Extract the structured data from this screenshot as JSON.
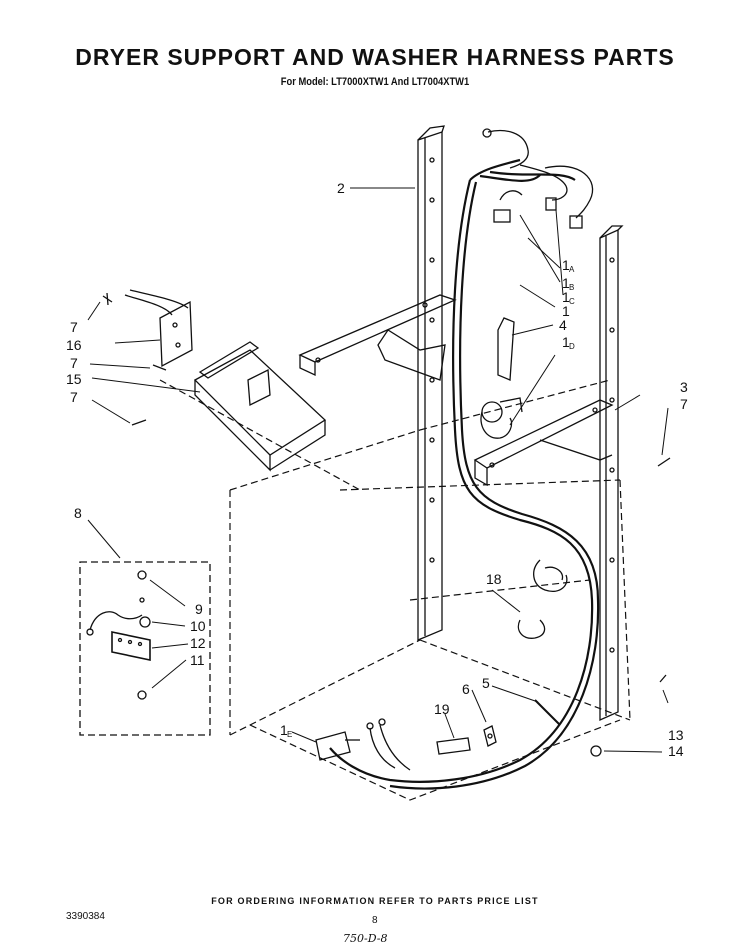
{
  "header": {
    "title": "DRYER SUPPORT AND WASHER HARNESS PARTS",
    "subtitle": "For Model: LT7000XTW1 And LT7004XTW1"
  },
  "footer": {
    "ordering_note": "FOR ORDERING INFORMATION REFER TO PARTS PRICE LIST",
    "doc_number": "3390384",
    "page_number": "8",
    "handwritten": "750-D-8"
  },
  "callouts": [
    {
      "id": "c2",
      "text": "2"
    },
    {
      "id": "c1a",
      "text": "1",
      "sub": "A"
    },
    {
      "id": "c1b",
      "text": "1",
      "sub": "B"
    },
    {
      "id": "c1c",
      "text": "1",
      "sub": "C"
    },
    {
      "id": "c1",
      "text": "1"
    },
    {
      "id": "c4",
      "text": "4"
    },
    {
      "id": "c1d",
      "text": "1",
      "sub": "D"
    },
    {
      "id": "c3",
      "text": "3"
    },
    {
      "id": "c7r",
      "text": "7"
    },
    {
      "id": "c7a",
      "text": "7"
    },
    {
      "id": "c16",
      "text": "16"
    },
    {
      "id": "c7b",
      "text": "7"
    },
    {
      "id": "c15",
      "text": "15"
    },
    {
      "id": "c7c",
      "text": "7"
    },
    {
      "id": "c8",
      "text": "8"
    },
    {
      "id": "c9",
      "text": "9"
    },
    {
      "id": "c10",
      "text": "10"
    },
    {
      "id": "c12",
      "text": "12"
    },
    {
      "id": "c11",
      "text": "11"
    },
    {
      "id": "c18",
      "text": "18"
    },
    {
      "id": "c5",
      "text": "5"
    },
    {
      "id": "c6",
      "text": "6"
    },
    {
      "id": "c19",
      "text": "19"
    },
    {
      "id": "c1e",
      "text": "1",
      "sub": "E"
    },
    {
      "id": "c13",
      "text": "13"
    },
    {
      "id": "c14",
      "text": "14"
    }
  ]
}
